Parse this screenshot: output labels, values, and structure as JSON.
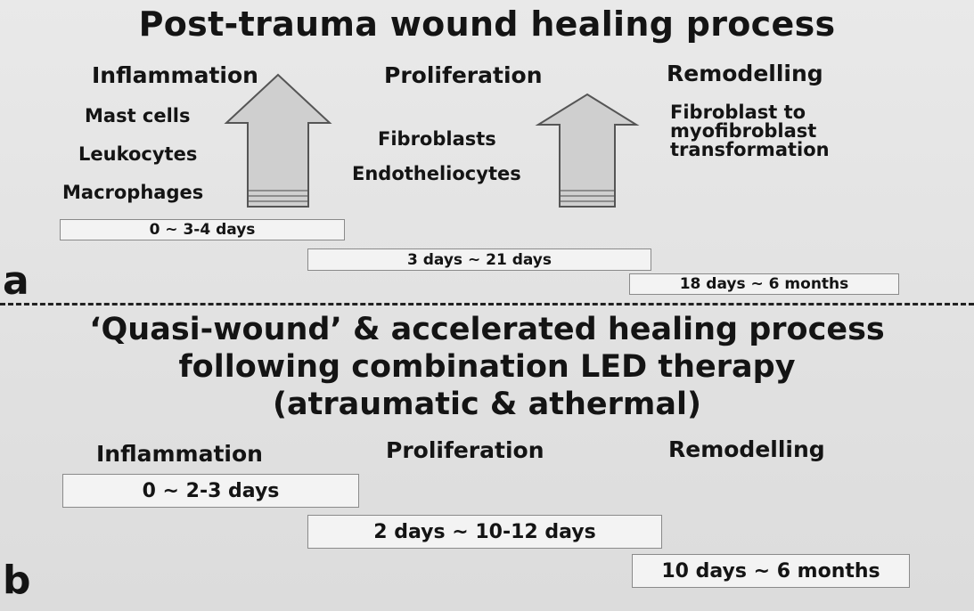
{
  "panel_a": {
    "letter": "a",
    "title": "Post-trauma wound healing process",
    "phases": {
      "inflammation": "Inflammation",
      "proliferation": "Proliferation",
      "remodelling": "Remodelling"
    },
    "inflammation_cells": [
      "Mast cells",
      "Leukocytes",
      "Macrophages"
    ],
    "proliferation_cells": [
      "Fibroblasts",
      "Endotheliocytes"
    ],
    "remodelling_text": [
      "Fibroblast to",
      "myofibroblast",
      "transformation"
    ],
    "timeline": {
      "inflammation": "0 ~ 3-4 days",
      "proliferation": "3 days ~ 21 days",
      "remodelling": "18 days ~ 6 months"
    }
  },
  "panel_b": {
    "letter": "b",
    "title_lines": [
      "‘Quasi-wound’ & accelerated healing process",
      "following combination LED therapy",
      "(atraumatic & athermal)"
    ],
    "phases": {
      "inflammation": "Inflammation",
      "proliferation": "Proliferation",
      "remodelling": "Remodelling"
    },
    "timeline": {
      "inflammation": "0 ~ 2-3 days",
      "proliferation": "2 days ~ 10-12 days",
      "remodelling": "10 days ~ 6 months"
    }
  }
}
